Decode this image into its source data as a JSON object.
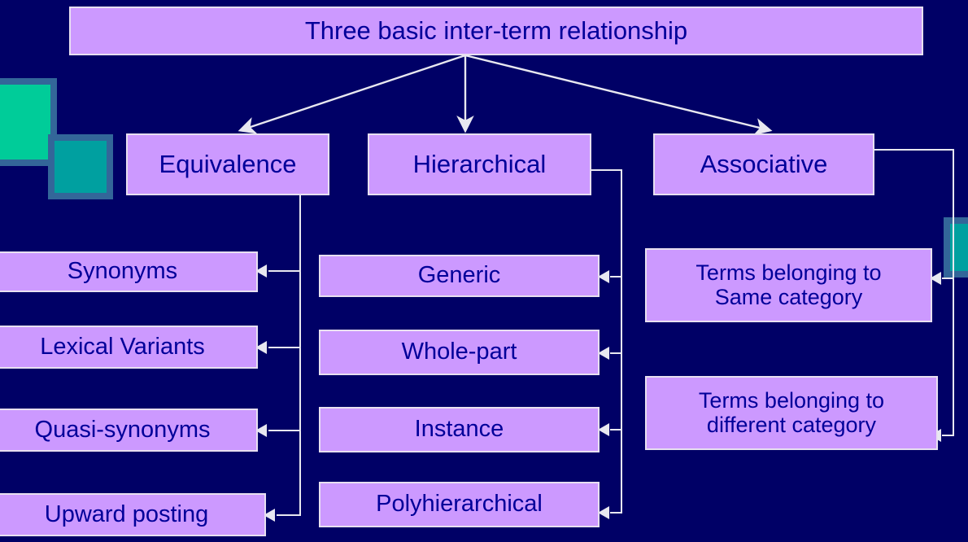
{
  "slide": {
    "background_color": "#000066",
    "box_fill_color": "#cc99ff",
    "box_border_color": "#e8e0f0",
    "text_color": "#000099",
    "connector_color": "#e8e8f0",
    "accent_teal": "#00a0a0",
    "accent_teal_bright": "#00cc99",
    "accent_frame": "#336699"
  },
  "title": {
    "label": "Three basic inter-term relationship"
  },
  "categories": [
    {
      "key": "equivalence",
      "label": "Equivalence"
    },
    {
      "key": "hierarchical",
      "label": "Hierarchical"
    },
    {
      "key": "associative",
      "label": "Associative"
    }
  ],
  "equivalence_children": [
    {
      "label": "Synonyms"
    },
    {
      "label": "Lexical Variants"
    },
    {
      "label": "Quasi-synonyms"
    },
    {
      "label": "Upward posting"
    }
  ],
  "hierarchical_children": [
    {
      "label": "Generic"
    },
    {
      "label": "Whole-part"
    },
    {
      "label": "Instance"
    },
    {
      "label": "Polyhierarchical"
    }
  ],
  "associative_children": [
    {
      "line1": "Terms belonging to",
      "line2": "Same category"
    },
    {
      "line1": "Terms belonging to",
      "line2": "different category"
    }
  ]
}
